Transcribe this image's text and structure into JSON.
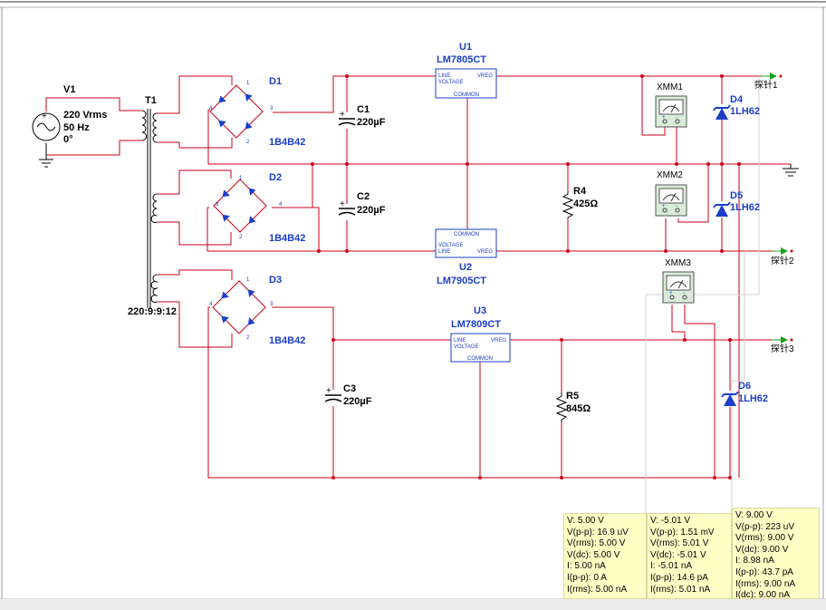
{
  "components": {
    "V1": {
      "ref": "V1",
      "lines": [
        "220 Vrms",
        "50 Hz",
        "0°"
      ]
    },
    "T1": {
      "ref": "T1",
      "ratio": "220:9:9:12"
    },
    "D1": {
      "ref": "D1",
      "model": "1B4B42"
    },
    "D2": {
      "ref": "D2",
      "model": "1B4B42"
    },
    "D3": {
      "ref": "D3",
      "model": "1B4B42"
    },
    "C1": {
      "ref": "C1",
      "value": "220µF"
    },
    "C2": {
      "ref": "C2",
      "value": "220µF"
    },
    "C3": {
      "ref": "C3",
      "value": "220µF"
    },
    "U1": {
      "ref": "U1",
      "model": "LM7805CT"
    },
    "U2": {
      "ref": "U2",
      "model": "LM7905CT"
    },
    "U3": {
      "ref": "U3",
      "model": "LM7809CT"
    },
    "R4": {
      "ref": "R4",
      "value": "425Ω"
    },
    "R5": {
      "ref": "R5",
      "value": "845Ω"
    },
    "D4": {
      "ref": "D4",
      "model": "1LH62"
    },
    "D5": {
      "ref": "D5",
      "model": "1LH62"
    },
    "D6": {
      "ref": "D6",
      "model": "1LH62"
    },
    "XMM1": {
      "ref": "XMM1"
    },
    "XMM2": {
      "ref": "XMM2"
    },
    "XMM3": {
      "ref": "XMM3"
    }
  },
  "regulator_pins": {
    "line_voltage": "LINE VOLTAGE",
    "vreg": "VREG",
    "common": "COMMON",
    "line": "LINE",
    "voltage": "VOLTAGE"
  },
  "pin_numbers": {
    "p1": "1",
    "p2": "2",
    "p3": "3",
    "p4": "4"
  },
  "meter_terminals": {
    "plus": "+",
    "minus": "-"
  },
  "probes": {
    "probe1": {
      "label": "探针1",
      "lines": [
        "V: 5.00 V",
        "V(p-p): 16.9 uV",
        "V(rms): 5.00 V",
        "V(dc): 5.00 V",
        "I: 5.00 nA",
        "I(p-p): 0 A",
        "I(rms): 5.00 nA"
      ]
    },
    "probe2": {
      "label": "探针2",
      "lines": [
        "V: -5.01 V",
        "V(p-p): 1.51 mV",
        "V(rms): 5.01 V",
        "V(dc): -5.01 V",
        "I: -5.01 nA",
        "I(p-p): 14.6 pA",
        "I(rms): 5.01 nA"
      ]
    },
    "probe3": {
      "label": "探针3",
      "lines": [
        "V: 9.00 V",
        "V(p-p): 223 uV",
        "V(rms): 9.00 V",
        "V(dc): 9.00 V",
        "I: 8.98 nA",
        "I(p-p): 43.7 pA",
        "I(rms): 9.00 nA",
        "I(dc): 9.00 nA"
      ]
    }
  },
  "colors": {
    "wire": "#c8001a",
    "component": "#1a3ec8",
    "probe_bg": "#ffffc6",
    "probe_arrow": "#1ca01c"
  }
}
